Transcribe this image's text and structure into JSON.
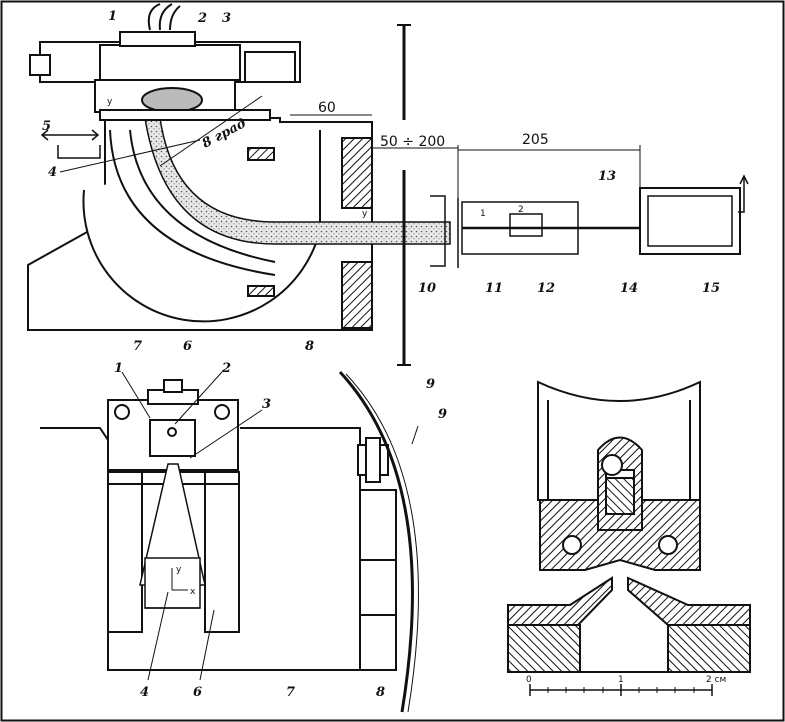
{
  "top_view": {
    "labels": {
      "l1": "1",
      "l2": "2",
      "l3": "3",
      "l4": "4",
      "l5": "5",
      "l6": "6",
      "l7": "7",
      "l8": "8",
      "l9": "9",
      "l10": "10",
      "l11": "11",
      "l12": "12",
      "l13": "13",
      "l14": "14",
      "l15": "15"
    },
    "dims": {
      "d60": "60",
      "dgap": "50 ÷ 200",
      "d205": "205"
    },
    "angle": "8 град",
    "axis_y": "y",
    "axis_y2": "y",
    "s1": "1",
    "s2": "2"
  },
  "side_view": {
    "labels": {
      "l1": "1",
      "l2": "2",
      "l3": "3",
      "l4": "4",
      "l6": "6",
      "l7": "7",
      "l8": "8",
      "l9": "9"
    },
    "axis_y": "y",
    "axis_x": "x"
  },
  "detail": {
    "scale": {
      "s0": "0",
      "s1": "1",
      "s2": "2 см"
    }
  }
}
